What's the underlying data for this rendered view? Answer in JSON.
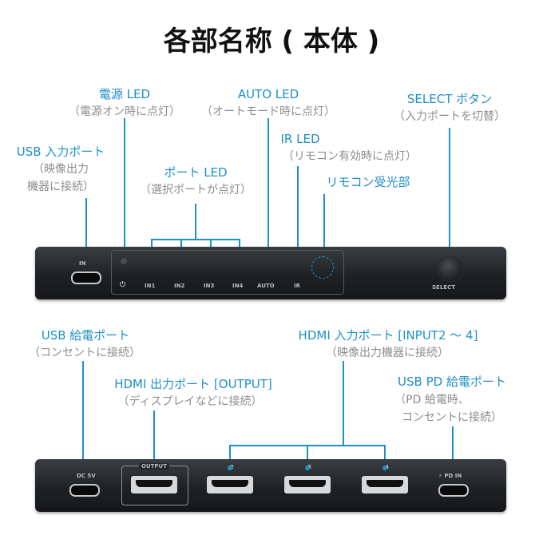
{
  "title": "各部名称 ( 本体 )",
  "top_labels": {
    "power_led": "電源 LED",
    "power_led_desc": "（電源オン時に点灯）",
    "auto_led": "AUTO LED",
    "auto_led_desc": "（オートモード時に点灯）",
    "select_button": "SELECT ボタン",
    "select_button_desc": "（入力ポートを切替）",
    "usb_input": "USB 入力ポート",
    "usb_input_desc_1": "（映像出力",
    "usb_input_desc_2": "機器に接続）",
    "port_led": "ポート LED",
    "port_led_desc": "（選択ポートが点灯）",
    "ir_led": "IR LED",
    "ir_led_desc": "（リモコン有効時に点灯）",
    "remote_receiver": "リモコン受光部"
  },
  "front_panel": {
    "usb_port_label": "IN",
    "led_labels": [
      "IN1",
      "IN2",
      "IN3",
      "IN4",
      "AUTO",
      "IR"
    ],
    "select_label": "SELECT"
  },
  "bottom_labels": {
    "usb_power": "USB 給電ポート",
    "usb_power_desc": "（コンセントに接続）",
    "hdmi_input": "HDMI 入力ポート [INPUT2 ～ 4]",
    "hdmi_input_desc": "（映像出力機器に接続）",
    "hdmi_output": "HDMI 出力ポート [OUTPUT]",
    "hdmi_output_desc": "（ディスプレイなどに接続）",
    "usb_pd": "USB PD 給電ポート",
    "usb_pd_desc_1": "（PD 給電時、",
    "usb_pd_desc_2": "コンセントに接続）"
  },
  "back_panel": {
    "dc_label": "DC 5V",
    "output_label": "OUTPUT",
    "input_labels": [
      "2",
      "3",
      "4"
    ],
    "pd_label": "⚡ PD IN"
  },
  "colors": {
    "accent": "#1e8fc8",
    "subtext": "#8d8d8d",
    "device": "#1f2225"
  }
}
